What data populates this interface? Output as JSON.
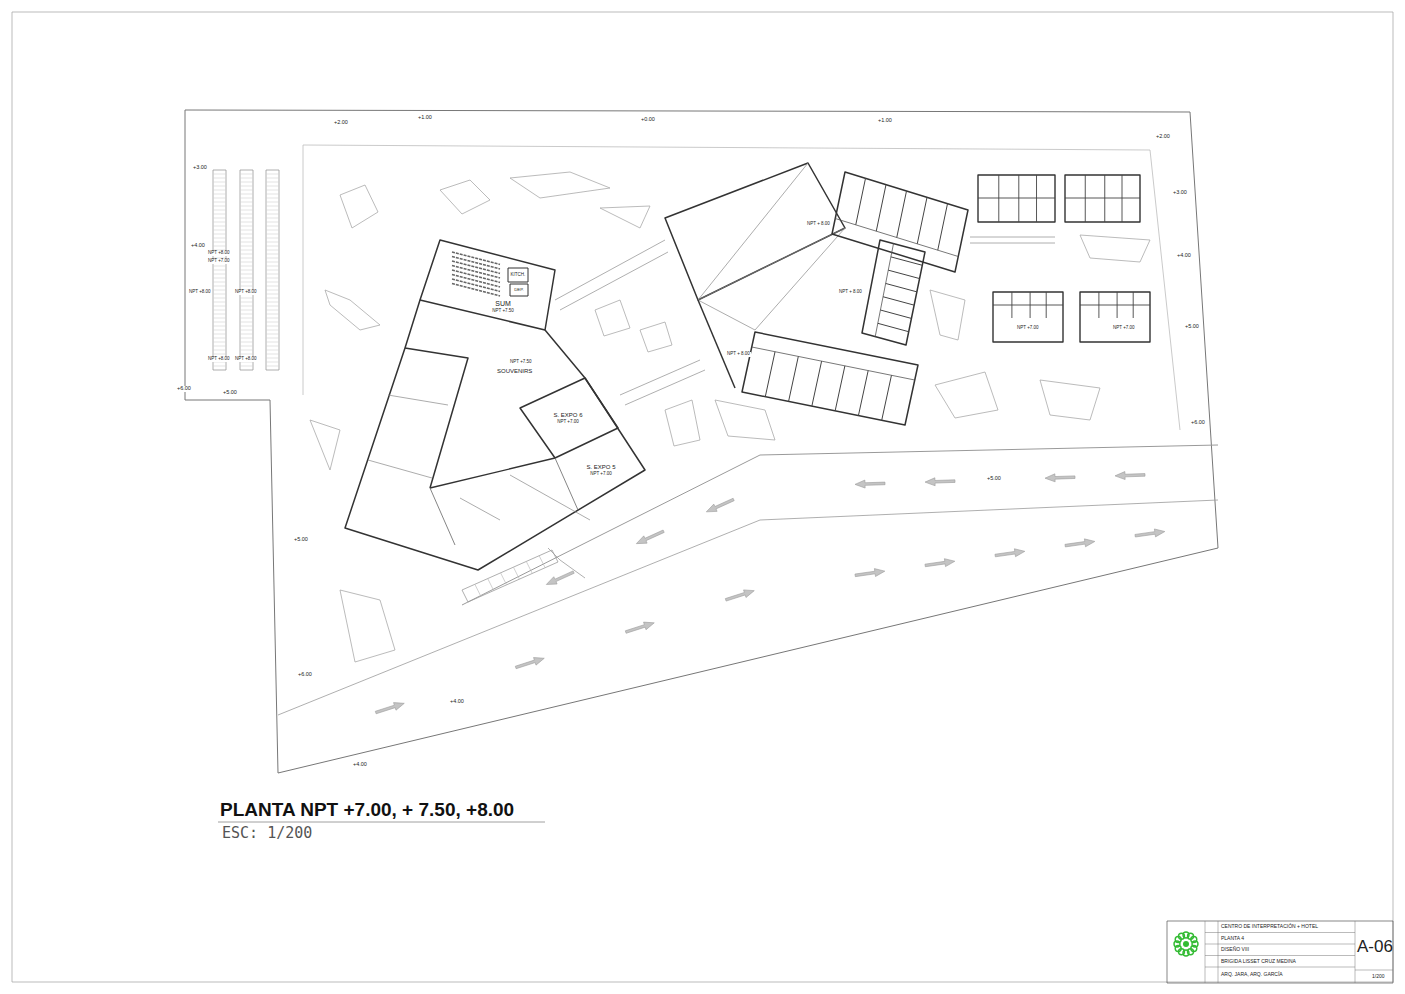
{
  "diagram": {
    "title": "PLANTA NPT +7.00, + 7.50, +8.00",
    "caption": "ESC: 1/200",
    "nodes": [
      {
        "text": [
          "SUM",
          "NPT +7.50"
        ]
      },
      {
        "text": [
          "KITCH."
        ]
      },
      {
        "text": [
          "DEP."
        ]
      },
      {
        "text": [
          "S. EXPO 6",
          "NPT +7.00"
        ]
      },
      {
        "text": [
          "S. EXPO 5",
          "NPT +7.00"
        ]
      }
    ],
    "labels": [
      "+2.00",
      "+1.00",
      "+0.00",
      "+1.00",
      "+2.00",
      "+3.00",
      "+4.00",
      "NPT +8.00",
      "NPT +7.00",
      "NPT +8.00",
      "NPT +8.00",
      "NPT +8.00",
      "NPT +8.00",
      "+3.00",
      "NPT + 8.00",
      "+4.00",
      "NPT + 8.00",
      "NPT +7.00",
      "NPT +7.00",
      "+5.00",
      "NPT + 8.00",
      "NPT +7.50",
      "SOUVENIRS",
      "+6.00",
      "+5.00",
      "+6.00",
      "+5.00",
      "+5.00",
      "+6.00",
      "+4.00",
      "+4.00",
      "CENTRO DE INTERPRETACIÓN + HOTEL",
      "PLANTA 4",
      "DISEÑO VIII",
      "BRIGIDA LISSET CRUZ MEDINA",
      "ARQ. JARA, ARQ. GARCÍA",
      "A-06",
      "1/200"
    ]
  }
}
